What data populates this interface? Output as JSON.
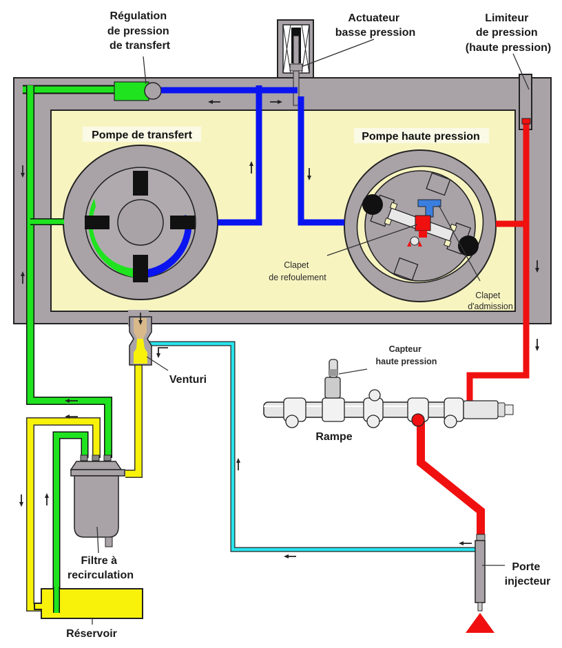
{
  "labels": {
    "regulation": [
      "Régulation",
      "de pression",
      "de transfert"
    ],
    "actuateur": [
      "Actuateur",
      "basse pression"
    ],
    "limiteur": [
      "Limiteur",
      "de pression",
      "(haute pression)"
    ],
    "pompe_transfert": "Pompe de transfert",
    "pompe_hp": "Pompe haute pression",
    "clapet_refoulement": [
      "Clapet",
      "de refoulement"
    ],
    "clapet_admission": [
      "Clapet",
      "d'admission"
    ],
    "venturi": "Venturi",
    "capteur": [
      "Capteur",
      "haute pression"
    ],
    "rampe": "Rampe",
    "filtre": [
      "Filtre à",
      "recirculation"
    ],
    "reservoir": "Réservoir",
    "porte_injecteur": [
      "Porte",
      "injecteur"
    ]
  },
  "colors": {
    "transfer_suction": "#1fe31f",
    "transfer_pressure": "#0a14f0",
    "high_pressure": "#f01010",
    "return": "#f8f20a",
    "injector_return": "#28e4ec",
    "pump_body": "#a9a3a8",
    "pump_housing_interior": "#f7f4c0"
  },
  "icons": {
    "flow_arrow": "flow-direction-arrow",
    "spray": "injector-spray-cone"
  }
}
